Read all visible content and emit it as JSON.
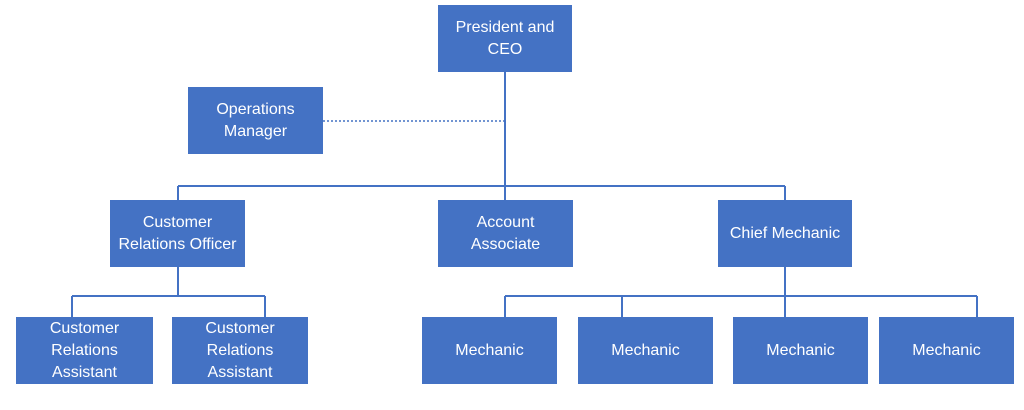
{
  "nodes": {
    "president": {
      "label": "President and\nCEO"
    },
    "operations_manager": {
      "label": "Operations\nManager"
    },
    "customer_relations_officer": {
      "label": "Customer\nRelations Officer"
    },
    "account_associate": {
      "label": "Account\nAssociate"
    },
    "chief_mechanic": {
      "label": "Chief Mechanic"
    },
    "cr_assistant_1": {
      "label": "Customer\nRelations\nAssistant"
    },
    "cr_assistant_2": {
      "label": "Customer\nRelations\nAssistant"
    },
    "mechanic_1": {
      "label": "Mechanic"
    },
    "mechanic_2": {
      "label": "Mechanic"
    },
    "mechanic_3": {
      "label": "Mechanic"
    },
    "mechanic_4": {
      "label": "Mechanic"
    }
  },
  "colors": {
    "node_fill": "#4472c4",
    "connector": "#4472c4",
    "text": "#ffffff"
  }
}
